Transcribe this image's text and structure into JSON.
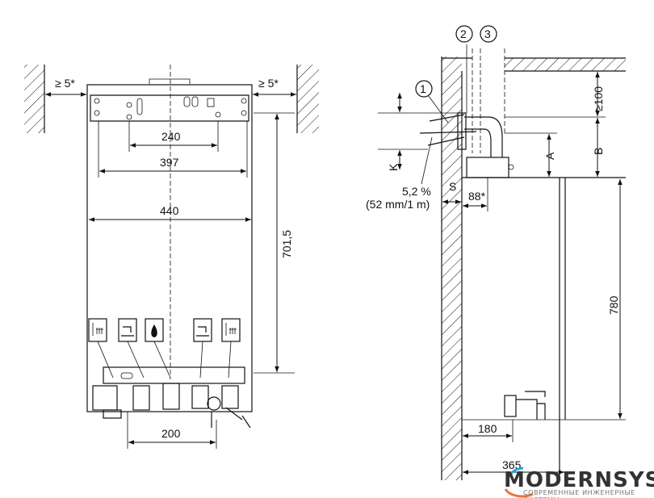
{
  "front_view": {
    "clearance_left": "≥ 5*",
    "clearance_right": "≥ 5*",
    "dim_240": "240",
    "dim_397": "397",
    "dim_440": "440",
    "dim_701_5": "701,5",
    "dim_200": "200",
    "connection_icons": [
      "heating-flow-icon",
      "hot-water-icon",
      "gas-icon",
      "cold-water-icon",
      "heating-return-icon"
    ]
  },
  "side_view": {
    "callout_1": "1",
    "callout_2": "2",
    "callout_3": "3",
    "dim_100": "≥100",
    "dim_A": "A",
    "dim_B": "B",
    "dim_K": "K",
    "slope": "5,2 %",
    "slope_detail": "(52 mm/1 m)",
    "dim_S": "S",
    "dim_88": "88*",
    "dim_780": "780",
    "dim_180": "180",
    "dim_365": "365"
  },
  "watermark": {
    "name": "MODERNSYS",
    "subtitle": "СОВРЕМЕННЫЕ ИНЖЕНЕРНЫЕ СИСТЕМЫ",
    "colors": [
      "#2aa3dc",
      "#e8763a"
    ]
  }
}
